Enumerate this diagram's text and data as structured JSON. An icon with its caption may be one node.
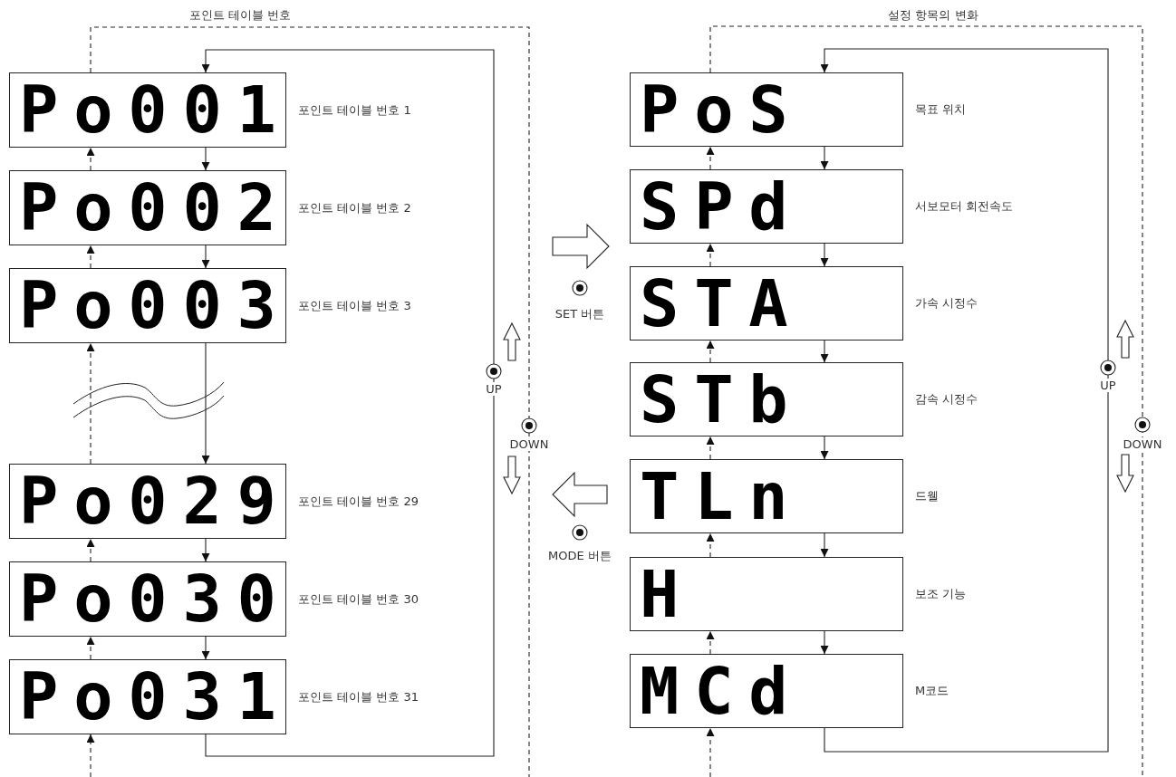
{
  "diagram": {
    "nodes": [
      {
        "text": [
          "Po001"
        ],
        "beside": [
          "포인트 테이블 번호 1"
        ]
      },
      {
        "text": [
          "Po002"
        ],
        "beside": [
          "포인트 테이블 번호 2"
        ]
      },
      {
        "text": [
          "Po003"
        ],
        "beside": [
          "포인트 테이블 번호 3"
        ]
      },
      {
        "text": [
          "Po029"
        ],
        "beside": [
          "포인트 테이블 번호 29"
        ]
      },
      {
        "text": [
          "Po030"
        ],
        "beside": [
          "포인트 테이블 번호 30"
        ]
      },
      {
        "text": [
          "Po031"
        ],
        "beside": [
          "포인트 테이블 번호 31"
        ]
      },
      {
        "text": [
          "PoS"
        ],
        "beside": [
          "목표 위치"
        ]
      },
      {
        "text": [
          "SPd"
        ],
        "beside": [
          "서보모터 회전속도"
        ]
      },
      {
        "text": [
          "STA"
        ],
        "beside": [
          "가속 시정수"
        ]
      },
      {
        "text": [
          "STb"
        ],
        "beside": [
          "감속 시정수"
        ]
      },
      {
        "text": [
          "TLn"
        ],
        "beside": [
          "드웰"
        ]
      },
      {
        "text": [
          "H"
        ],
        "beside": [
          "보조 기능"
        ]
      },
      {
        "text": [
          "MCd"
        ],
        "beside": [
          "M코드"
        ]
      }
    ],
    "edges": [
      {
        "from": 0,
        "to": 1,
        "arrow": "to"
      },
      {
        "from": 1,
        "to": 2,
        "arrow": "to"
      },
      {
        "from": 2,
        "to": 3,
        "arrow": "to"
      },
      {
        "from": 3,
        "to": 4,
        "arrow": "to"
      },
      {
        "from": 4,
        "to": 5,
        "arrow": "to"
      },
      {
        "from": 5,
        "to": 0,
        "arrow": "to"
      },
      {
        "from": null,
        "to": 5,
        "arrow": "to",
        "style": "dashed"
      },
      {
        "from": 5,
        "to": 4,
        "arrow": "to",
        "style": "dashed"
      },
      {
        "from": 4,
        "to": 3,
        "arrow": "to",
        "style": "dashed"
      },
      {
        "from": 3,
        "to": 2,
        "arrow": "to",
        "style": "dashed"
      },
      {
        "from": 2,
        "to": 1,
        "arrow": "to",
        "style": "dashed"
      },
      {
        "from": 1,
        "to": 0,
        "arrow": "to",
        "style": "dashed"
      },
      {
        "from": 0,
        "to": null,
        "arrow": "none",
        "style": "dashed"
      },
      {
        "from": 6,
        "to": 7,
        "arrow": "to"
      },
      {
        "from": 7,
        "to": 8,
        "arrow": "to"
      },
      {
        "from": 8,
        "to": 9,
        "arrow": "to"
      },
      {
        "from": 9,
        "to": 10,
        "arrow": "to"
      },
      {
        "from": 10,
        "to": 11,
        "arrow": "to"
      },
      {
        "from": 11,
        "to": 12,
        "arrow": "to"
      },
      {
        "from": 12,
        "to": 6,
        "arrow": "to"
      },
      {
        "from": null,
        "to": 12,
        "arrow": "to",
        "style": "dashed"
      },
      {
        "from": 12,
        "to": 11,
        "arrow": "to",
        "style": "dashed"
      },
      {
        "from": 11,
        "to": 10,
        "arrow": "to",
        "style": "dashed"
      },
      {
        "from": 10,
        "to": 9,
        "arrow": "to",
        "style": "dashed"
      },
      {
        "from": 9,
        "to": 8,
        "arrow": "to",
        "style": "dashed"
      },
      {
        "from": 8,
        "to": 7,
        "arrow": "to",
        "style": "dashed"
      },
      {
        "from": 7,
        "to": 6,
        "arrow": "to",
        "style": "dashed"
      },
      {
        "from": 6,
        "to": null,
        "arrow": "none",
        "style": "dashed"
      }
    ],
    "labels": [
      "포인트 테이블 번호",
      "설정 항목의 변화",
      "SET 버튼",
      "UP",
      "DOWN",
      "MODE 버튼",
      "UP",
      "DOWN"
    ]
  }
}
